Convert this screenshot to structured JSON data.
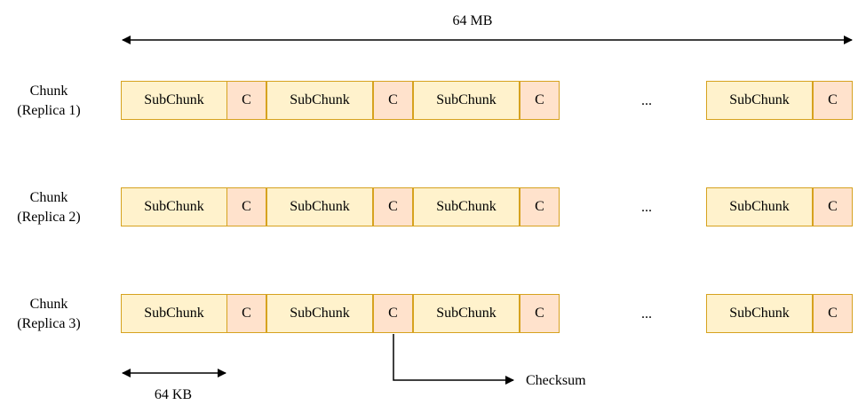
{
  "top_dimension": {
    "label": "64 MB"
  },
  "subchunk_dimension": {
    "label": "64 KB"
  },
  "checksum_callout": {
    "label": "Checksum"
  },
  "block_labels": {
    "subchunk": "SubChunk",
    "checksum": "C",
    "ellipsis": "..."
  },
  "rows": [
    {
      "label_line1": "Chunk",
      "label_line2": "(Replica 1)"
    },
    {
      "label_line1": "Chunk",
      "label_line2": "(Replica 2)"
    },
    {
      "label_line1": "Chunk",
      "label_line2": "(Replica 3)"
    }
  ],
  "colors": {
    "subchunk_fill": "#fff2cc",
    "checksum_fill": "#ffe2cc",
    "border": "#d6a21f"
  }
}
